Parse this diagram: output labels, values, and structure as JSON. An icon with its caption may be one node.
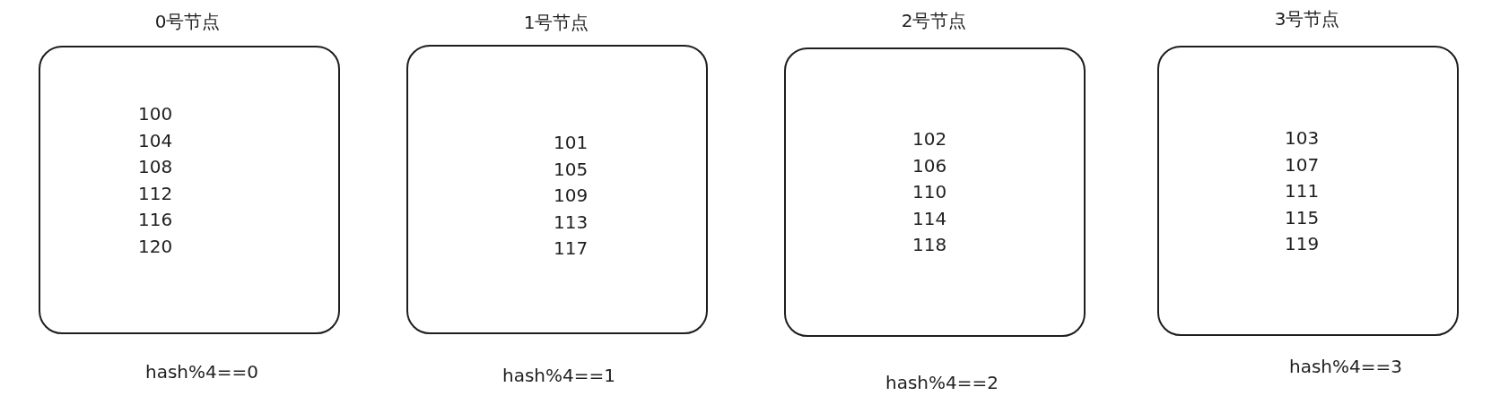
{
  "diagram": {
    "nodes": [
      {
        "text": [
          "0号节点",
          "100 104 108 112 116 120"
        ],
        "beside": [
          "hash%4==0"
        ]
      },
      {
        "text": [
          "1号节点",
          "101 105 109 113 117"
        ],
        "beside": [
          "hash%4==1"
        ]
      },
      {
        "text": [
          "2号节点",
          "102 106 110 114 118"
        ],
        "beside": [
          "hash%4==2"
        ]
      },
      {
        "text": [
          "3号节点",
          "103 107 111 115 119"
        ],
        "beside": [
          "hash%4==3"
        ]
      }
    ]
  }
}
